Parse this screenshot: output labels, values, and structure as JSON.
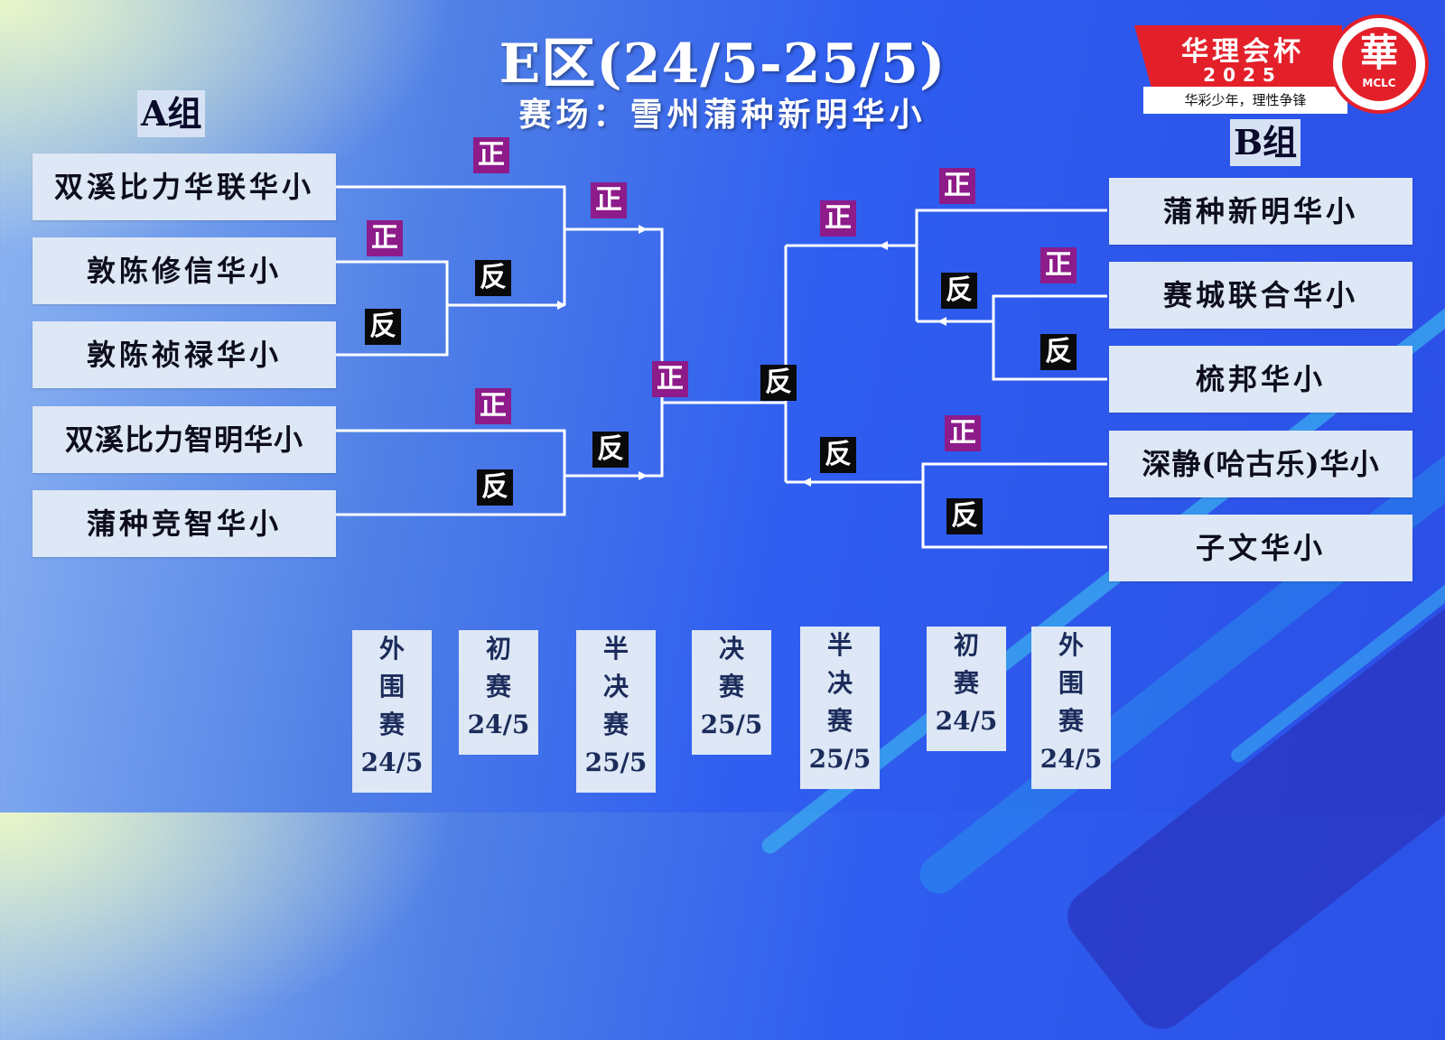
{
  "header": {
    "title": "E区(24/5-25/5)",
    "venue": "赛场：雪州蒲种新明华小"
  },
  "logo": {
    "title": "华理会杯",
    "year": "2025",
    "slogan": "华彩少年，理性争锋",
    "seal_char": "華",
    "seal_abbr": "MCLC"
  },
  "groups": {
    "a": {
      "label": "A组",
      "teams": [
        "双溪比力华联华小",
        "敦陈修信华小",
        "敦陈祯禄华小",
        "双溪比力智明华小",
        "蒲种竞智华小"
      ]
    },
    "b": {
      "label": "B组",
      "teams": [
        "蒲种新明华小",
        "赛城联合华小",
        "梳邦华小",
        "深静(哈古乐)华小",
        "子文华小"
      ]
    }
  },
  "sides": {
    "affirmative": "正",
    "negative": "反"
  },
  "rounds": [
    {
      "name": "外围赛",
      "date": "24/5"
    },
    {
      "name": "初赛",
      "date": "24/5"
    },
    {
      "name": "半决赛",
      "date": "25/5"
    },
    {
      "name": "决赛",
      "date": "25/5"
    },
    {
      "name": "半决赛",
      "date": "25/5"
    },
    {
      "name": "初赛",
      "date": "24/5"
    },
    {
      "name": "外围赛",
      "date": "24/5"
    }
  ],
  "colors": {
    "affirmative": "#8d1b8a",
    "negative": "#0a0a0a",
    "card": "#dde7f5",
    "line": "#ffffff",
    "logo_red": "#e3202a"
  }
}
